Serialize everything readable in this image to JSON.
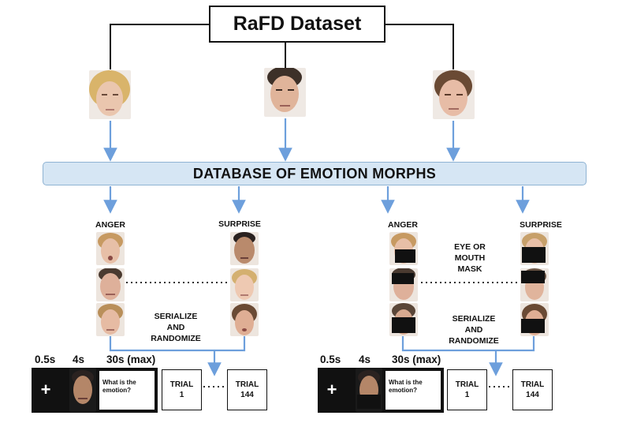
{
  "title": "RaFD Dataset",
  "database_label": "DATABASE OF EMOTION MORPHS",
  "left_panel": {
    "anger_label": "ANGER",
    "surprise_label": "SURPRISE",
    "process_label": [
      "SERIALIZE",
      "AND",
      "RANDOMIZE"
    ],
    "timing": [
      "0.5s",
      "4s",
      "30s (max)"
    ],
    "fixation_symbol": "+",
    "question": "What is the emotion?",
    "trial_first": [
      "TRIAL",
      "1"
    ],
    "trial_last": [
      "TRIAL",
      "144"
    ]
  },
  "right_panel": {
    "anger_label": "ANGER",
    "surprise_label": "SURPRISE",
    "mask_label": [
      "EYE OR",
      "MOUTH",
      "MASK"
    ],
    "process_label": [
      "SERIALIZE",
      "AND",
      "RANDOMIZE"
    ],
    "timing": [
      "0.5s",
      "4s",
      "30s (max)"
    ],
    "fixation_symbol": "+",
    "question": "What is the emotion?",
    "trial_first": [
      "TRIAL",
      "1"
    ],
    "trial_last": [
      "TRIAL",
      "144"
    ]
  },
  "colors": {
    "arrow": "#6d9fdc",
    "database_fill": "#d6e6f4",
    "database_border": "#8fb3d3",
    "outline": "#111111"
  }
}
